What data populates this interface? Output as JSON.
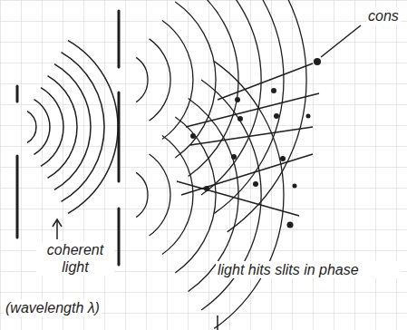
{
  "diagram": {
    "labels": [
      "cons",
      "coherent light",
      "(wavelength λ)",
      "light hits slits in phase"
    ]
  }
}
